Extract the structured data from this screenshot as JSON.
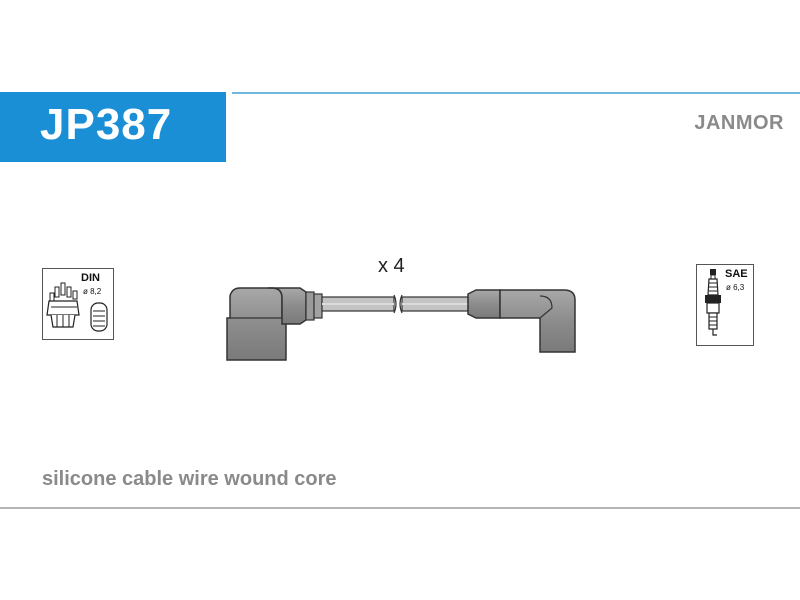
{
  "header": {
    "part_number": "JP387",
    "brand": "JANMOR",
    "accent_color": "#1b8fd6"
  },
  "diagram": {
    "quantity_label": "x 4",
    "left_connector": {
      "standard": "DIN",
      "diameter": "ø 8,2",
      "icon": "distributor-cap-icon"
    },
    "right_connector": {
      "standard": "SAE",
      "diameter": "ø 6,3",
      "icon": "spark-plug-icon"
    }
  },
  "footer": {
    "caption": "silicone cable wire wound core"
  }
}
